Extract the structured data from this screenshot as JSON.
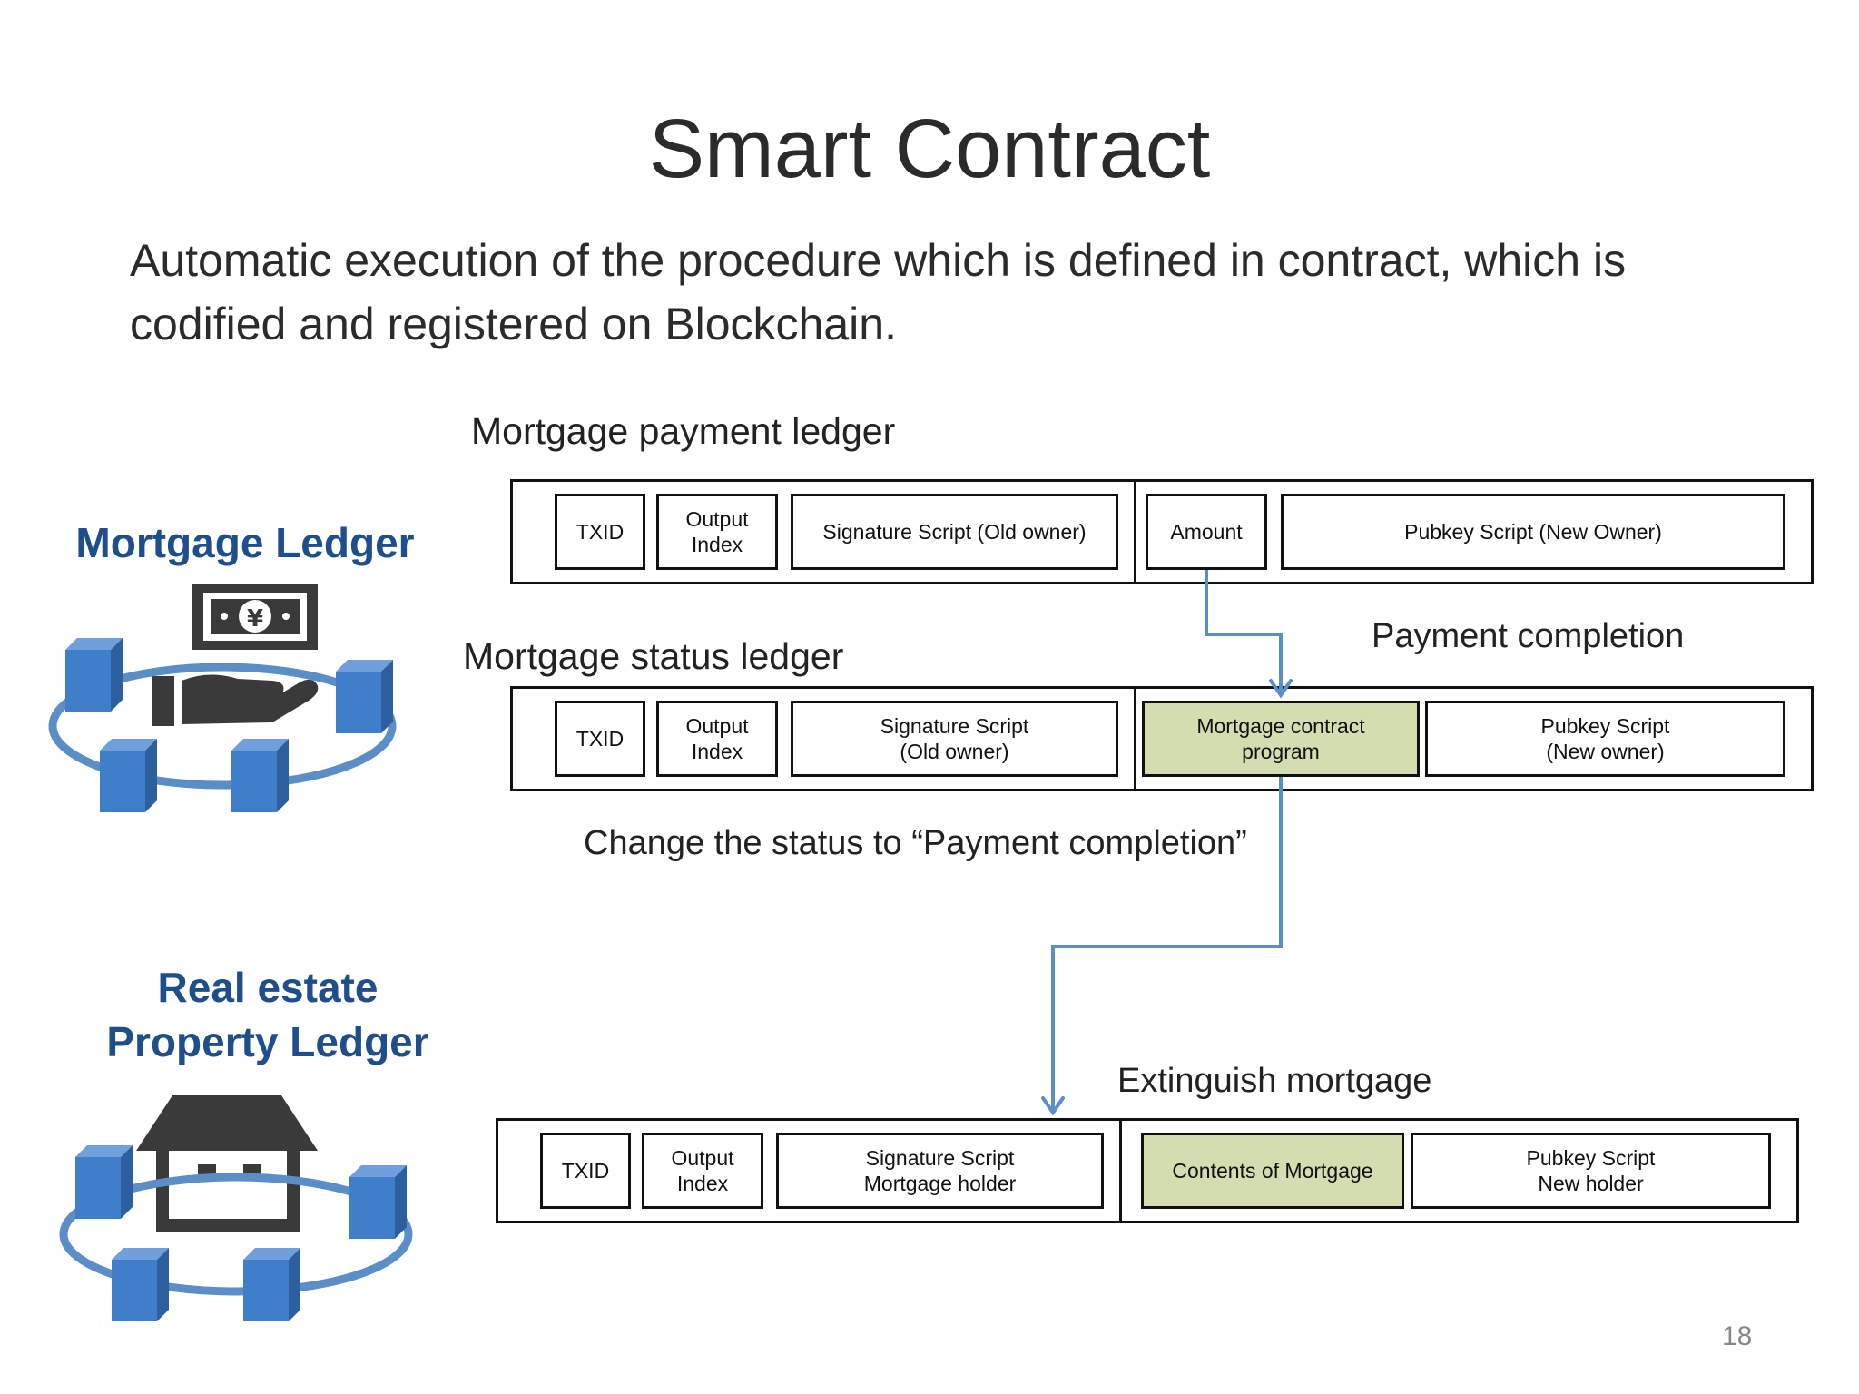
{
  "title": "Smart Contract",
  "subtitle": "Automatic execution of the procedure which is defined in contract, which is codified and registered on Blockchain.",
  "left": {
    "mortgage_ledger_title": "Mortgage Ledger",
    "property_ledger_title_line1": "Real estate",
    "property_ledger_title_line2": "Property Ledger",
    "icons": [
      "money-hand-icon",
      "blockchain-ring-icon",
      "house-icon",
      "blockchain-ring-icon"
    ]
  },
  "ledgers": {
    "payment": {
      "name": "Mortgage payment ledger",
      "cells": [
        "TXID",
        "Output\nIndex",
        "Signature Script (Old owner)",
        "Amount",
        "Pubkey Script (New Owner)"
      ]
    },
    "status": {
      "name": "Mortgage status ledger",
      "cells": [
        "TXID",
        "Output\nIndex",
        "Signature Script\n(Old owner)",
        "Mortgage contract\nprogram",
        "Pubkey Script\n(New owner)"
      ]
    },
    "property": {
      "cells": [
        "TXID",
        "Output\nIndex",
        "Signature Script\nMortgage holder",
        "Contents of Mortgage",
        "Pubkey Script\nNew holder"
      ]
    }
  },
  "annotations": {
    "payment_completion": "Payment completion",
    "change_status": "Change the status to “Payment completion”",
    "extinguish": "Extinguish mortgage"
  },
  "page_number": "18",
  "colors": {
    "accent_blue": "#1f4e8c",
    "arrow_blue": "#5b8ec7",
    "highlight_green": "#d3ddb0",
    "cube_blue": "#3f7fc9"
  }
}
